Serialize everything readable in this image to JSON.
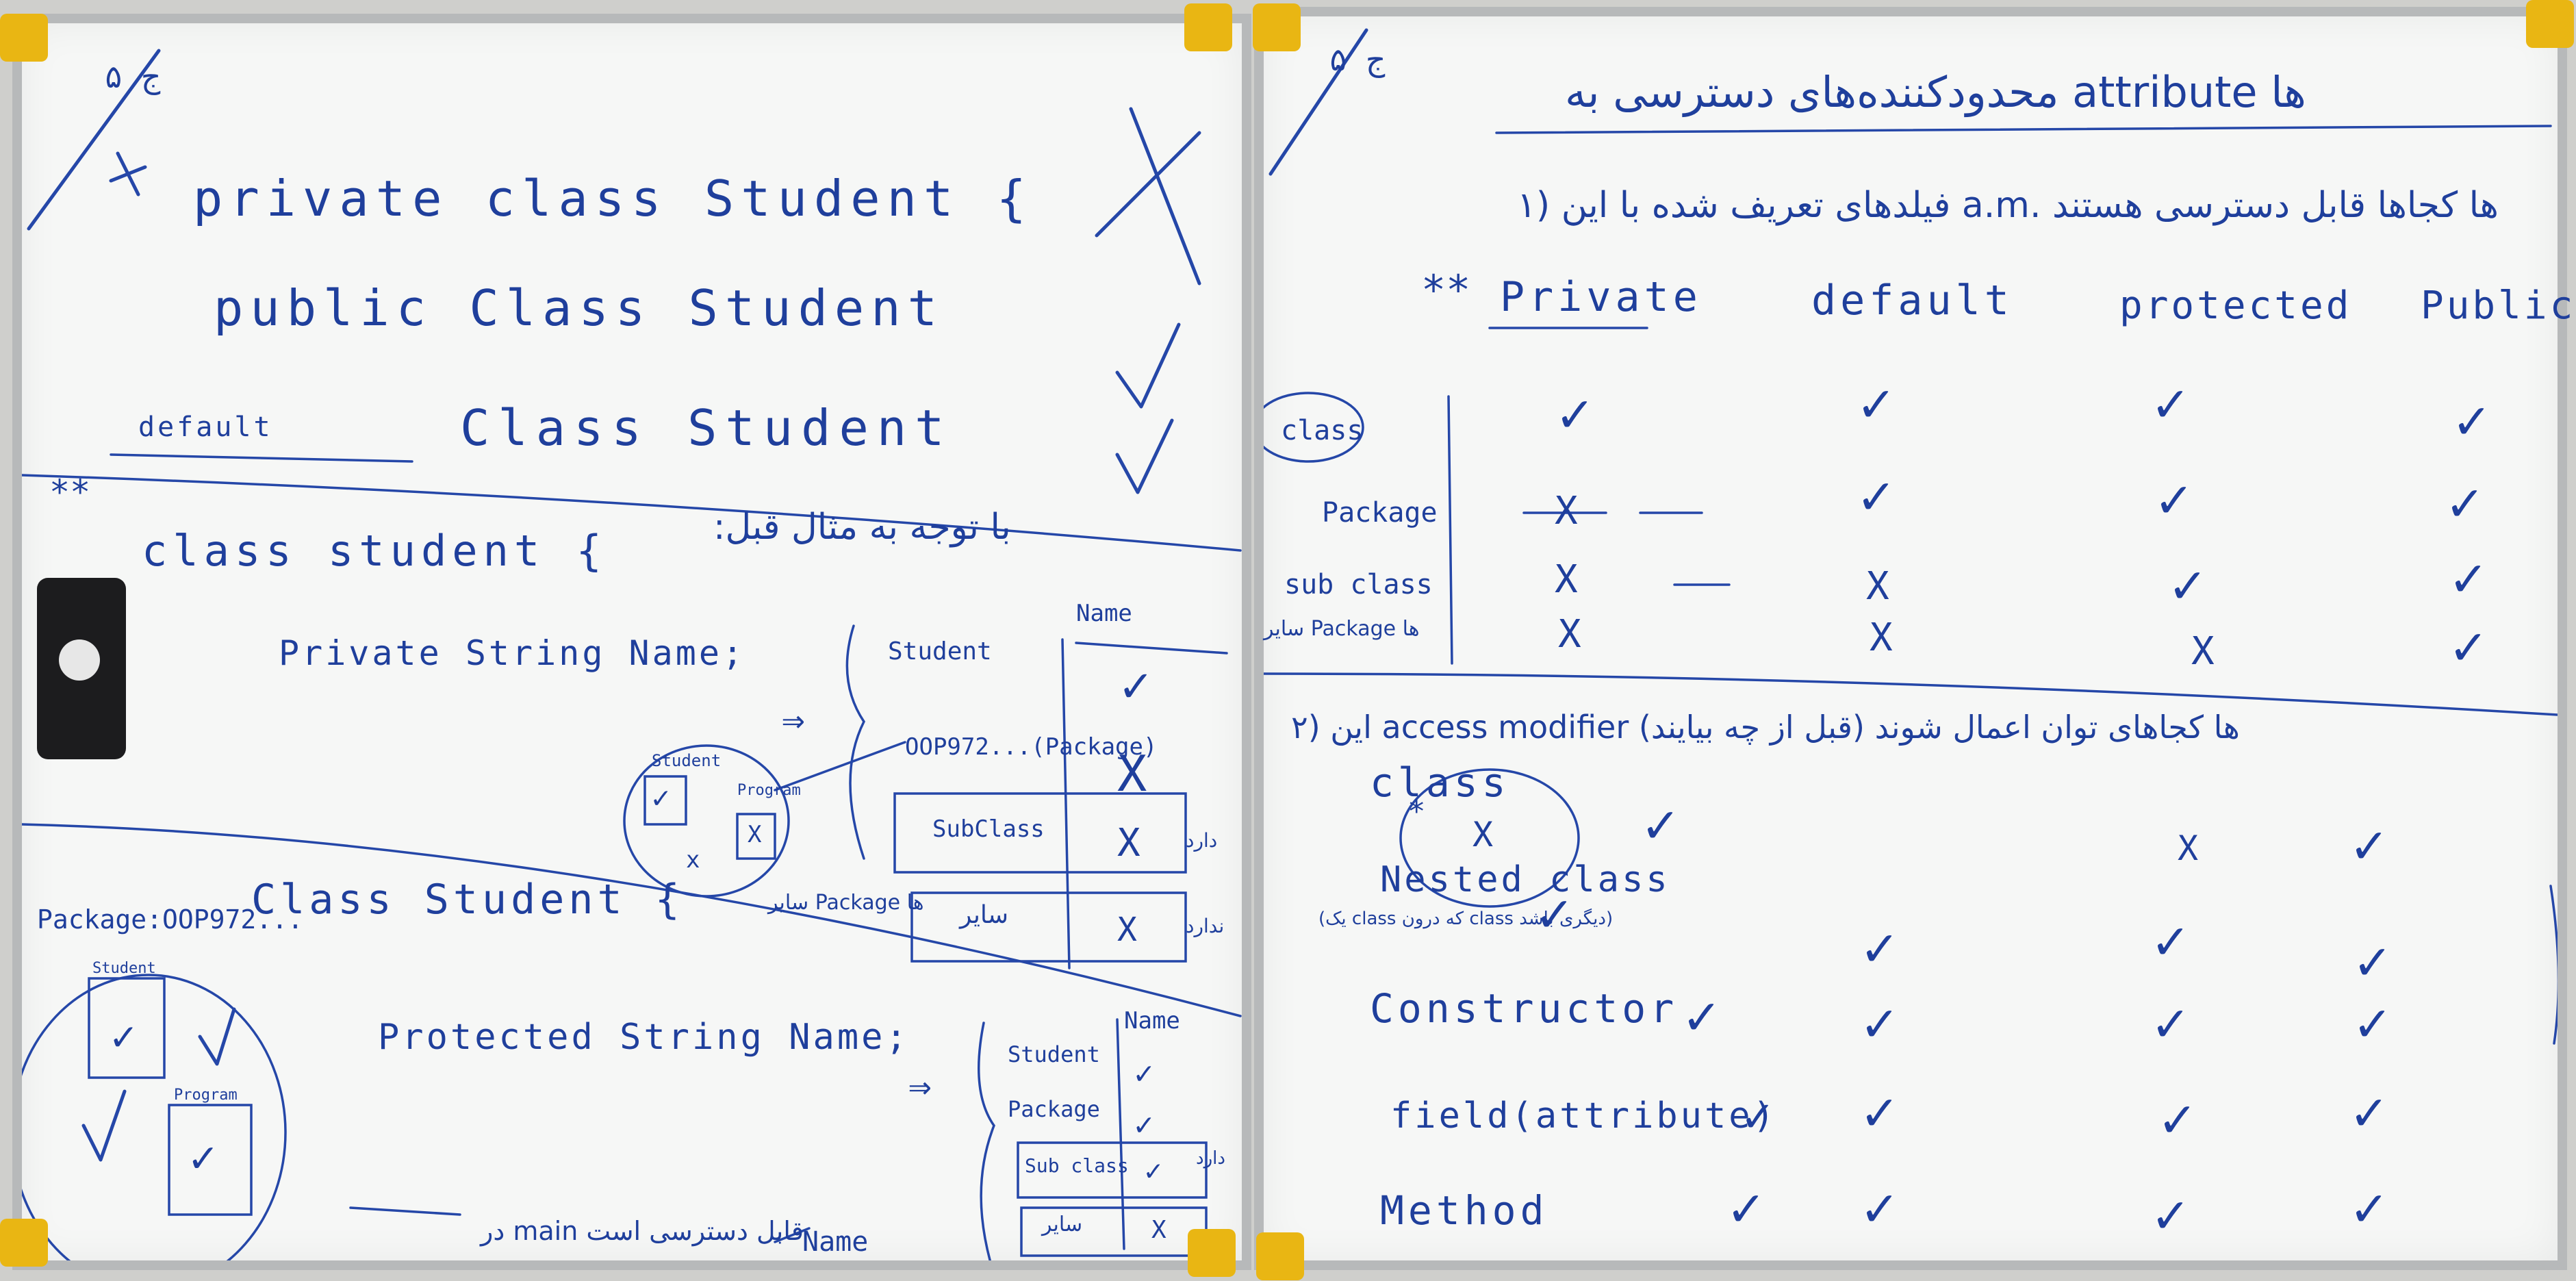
{
  "left_board": {
    "corner_mark": "ج ۵",
    "private_class_line": "private class Student {",
    "public_class_line": "public Class Student",
    "default_label": "default",
    "default_class_line": "Class Student",
    "note_fa": "با توجه به مثال قبل:",
    "class_student_brace": "class student {",
    "private_field": "Private String Name;",
    "arrow": "⇒",
    "table1": {
      "header": "Name",
      "rows": [
        {
          "label": "Student",
          "mark": "✓"
        },
        {
          "label": "OOP972...(Package)",
          "mark": "X"
        },
        {
          "label": "SubClass",
          "mark": "X"
        },
        {
          "label": "سایر",
          "mark": "X"
        }
      ],
      "side_notes": [
        "دارد",
        "ندارد"
      ]
    },
    "circle1": {
      "student": "Student",
      "program": "Program"
    },
    "package_label": "Package:OOP972...",
    "second_class": "Class Student {",
    "protected_field": "Protected String Name;",
    "table2": {
      "header": "Name",
      "rows": [
        {
          "label": "Student",
          "mark": "✓"
        },
        {
          "label": "Package",
          "mark": "✓"
        },
        {
          "label": "Sub class",
          "mark": "✓"
        },
        {
          "label": "سایر",
          "mark": "X"
        }
      ],
      "side_notes": [
        "دارد"
      ]
    },
    "circle2": {
      "student": "Student",
      "program": "Program"
    },
    "main_note": "در main قابل دسترسی است",
    "name_ref": "Name",
    "other_package": "سایر Package ها"
  },
  "right_board": {
    "corner_mark": "ج ۵",
    "title_fa": "محدودکننده‌های دسترسی به attribute ها",
    "q1": "۱) فیلدهای تعریف شده با این a.m. ها کجاها قابل دسترسی هستند",
    "modifiers": [
      "Private",
      "default",
      "protected",
      "Public"
    ],
    "table_rows": [
      {
        "label": "class",
        "marks": [
          "✓",
          "✓",
          "✓",
          "✓"
        ]
      },
      {
        "label": "Package",
        "marks": [
          "X",
          "✓",
          "✓",
          "✓"
        ]
      },
      {
        "label": "sub class",
        "marks": [
          "X",
          "X",
          "✓",
          "✓"
        ]
      },
      {
        "label": "سایر Package ها",
        "marks": [
          "X",
          "X",
          "X",
          "✓"
        ]
      }
    ],
    "q2": "۲) این access modifier ها کجاهای توان اعمال شوند (قبل از چه بیایند)",
    "usage_rows": [
      {
        "label": "class",
        "marks": [
          "X",
          "✓",
          "X",
          "✓"
        ]
      },
      {
        "label": "Nested class",
        "marks": [
          "✓",
          "✓",
          "✓",
          "✓"
        ]
      },
      {
        "label": "Constructor",
        "marks": [
          "✓",
          "✓",
          "✓",
          "✓"
        ]
      },
      {
        "label": "field(attribute)",
        "marks": [
          "✓",
          "✓",
          "✓",
          "✓"
        ]
      },
      {
        "label": "Method",
        "marks": [
          "✓",
          "✓",
          "✓",
          "✓"
        ]
      }
    ],
    "nested_note": "(یک class که درون class دیگری باشد)"
  }
}
